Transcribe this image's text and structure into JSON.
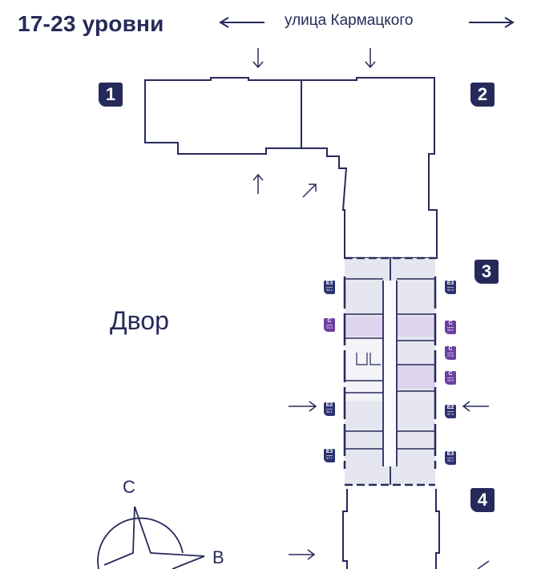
{
  "header": {
    "title": "17-23 уровни",
    "street": "улица Кармацкого"
  },
  "courtyard_label": "Двор",
  "compass": {
    "north": "С",
    "east": "В"
  },
  "buildings": [
    "1",
    "2",
    "3",
    "4"
  ],
  "apartments": {
    "left": [
      {
        "type": "E3",
        "area": "58.1"
      },
      {
        "type": "C",
        "area": "23.3"
      },
      {
        "type": "E2",
        "area": "56.1"
      },
      {
        "type": "E3",
        "area": "57.7"
      }
    ],
    "right": [
      {
        "type": "E3",
        "area": "51.0"
      },
      {
        "type": "C",
        "area": "26.1"
      },
      {
        "type": "C",
        "area": "23.8"
      },
      {
        "type": "C",
        "area": "25.0"
      },
      {
        "type": "E2",
        "area": "57.4"
      },
      {
        "type": "E3",
        "area": "55.4"
      }
    ]
  },
  "colors": {
    "navy": "#262a5a",
    "studio": "#6b3fa0",
    "floor_fill": "#e6e6f0"
  }
}
